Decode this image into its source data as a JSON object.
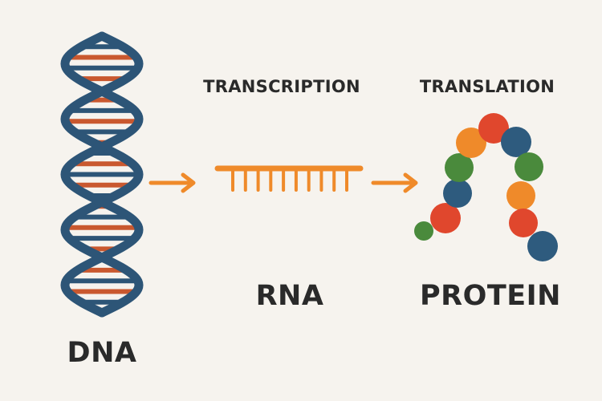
{
  "labels": {
    "dna": "DNA",
    "rna": "RNA",
    "protein": "PROTEIN",
    "transcription": "TRANSCRIPTION",
    "translation": "TRANSLATION"
  },
  "colors": {
    "background": "#f6f3ee",
    "dna_backbone": "#2d5577",
    "dna_rungs": "#c9582f",
    "arrow": "#ef8a2a",
    "rna": "#ef8a2a",
    "protein_beads": [
      "#4a8a3c",
      "#e0472d",
      "#2e5b7e",
      "#4a8a3c",
      "#ef8a2a",
      "#e0472d",
      "#ef8a2a",
      "#e0472d",
      "#2e5b7e",
      "#4a8a3c",
      "#ef8a2a",
      "#e0472d",
      "#2e5b7e"
    ]
  },
  "rna_strand": {
    "teeth": 10
  },
  "icons": {
    "dna": "dna-double-helix-icon",
    "rna": "rna-strand-icon",
    "protein": "protein-chain-icon",
    "arrow": "right-arrow-icon"
  }
}
